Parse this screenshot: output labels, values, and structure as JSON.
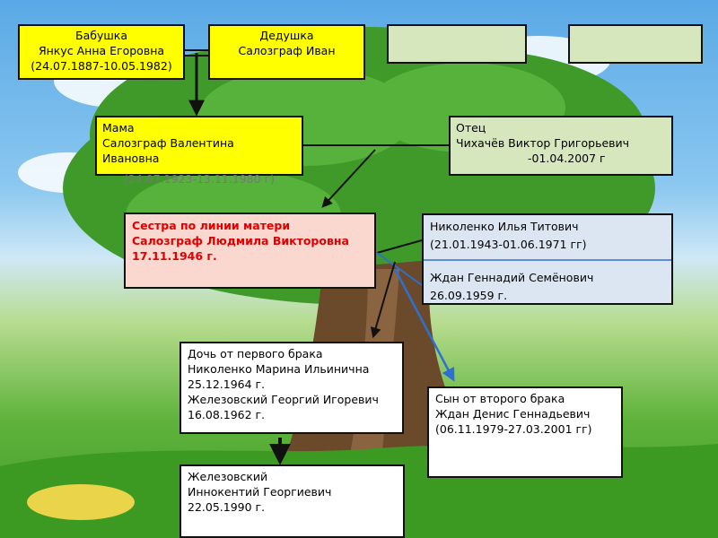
{
  "grandmother": {
    "lines": [
      "Бабушка",
      "Янкус Анна Егоровна",
      "(24.07.1887-10.05.1982)"
    ]
  },
  "grandfather": {
    "lines": [
      "Дедушка",
      "Салозграф Иван"
    ]
  },
  "mother": {
    "lines": [
      "Мама",
      "Салозграф  Валентина",
      "Ивановна"
    ],
    "dates": "(24.07.1923-13.11.1980 г)"
  },
  "father": {
    "lines": [
      "Отец",
      "Чихачёв Виктор Григорьевич",
      "-01.04.2007 г"
    ]
  },
  "sister": {
    "lines": [
      "Сестра по линии матери",
      "Салозграф Людмила Викторовна",
      "17.11.1946 г."
    ]
  },
  "husbands": {
    "first": [
      "Николенко Илья Титович",
      "(21.01.1943-01.06.1971 гг)"
    ],
    "second": [
      "Ждан Геннадий Семёнович",
      "26.09.1959 г."
    ]
  },
  "daughter": {
    "lines": [
      "Дочь от первого брака",
      "Николенко Марина Ильинична",
      "25.12.1964 г.",
      "Железовский Георгий Игоревич",
      "16.08.1962 г."
    ]
  },
  "son": {
    "lines": [
      "Сын от второго брака",
      "Ждан Денис Геннадьевич",
      "(06.11.1979-27.03.2001 гг)"
    ]
  },
  "grandson": {
    "lines": [
      "Железовский",
      "Иннокентий Георгиевич",
      "22.05.1990 г."
    ]
  },
  "colors": {
    "yellow": "#ffff00",
    "green": "#d6e7bd",
    "pink": "#fad7cf",
    "light_blue": "#dce6f2",
    "blue_connector": "#2e6fd0",
    "sister_title": "#e10000"
  }
}
